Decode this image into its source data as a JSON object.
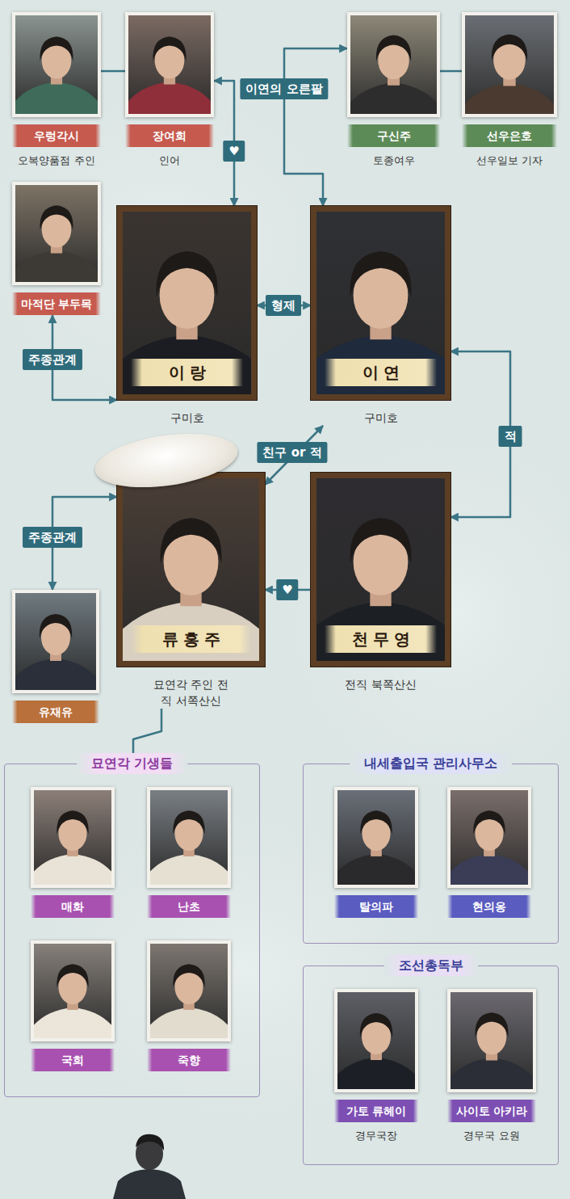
{
  "diagram": {
    "nodes": [
      {
        "text": [
          "우렁각시",
          "오복양품점 주인"
        ]
      },
      {
        "text": [
          "장여희",
          "인어"
        ]
      },
      {
        "text": [
          "구신주",
          "토종여우"
        ]
      },
      {
        "text": [
          "선우은호",
          "선우일보 기자"
        ]
      },
      {
        "text": [
          "마적단 부두목"
        ]
      },
      {
        "text": [
          "이랑",
          "구미호"
        ]
      },
      {
        "text": [
          "이연",
          "구미호"
        ]
      },
      {
        "text": [
          "류홍주",
          "묘연각 주인 전직 서쪽산신"
        ]
      },
      {
        "text": [
          "천무영",
          "전직 북쪽산신"
        ]
      },
      {
        "text": [
          "유재유"
        ]
      },
      {
        "text": [
          "묘연각 기생들"
        ]
      },
      {
        "text": [
          "매화"
        ],
        "in": 10
      },
      {
        "text": [
          "난초"
        ],
        "in": 10
      },
      {
        "text": [
          "국희"
        ],
        "in": 10
      },
      {
        "text": [
          "죽향"
        ],
        "in": 10
      },
      {
        "text": [
          "내세출입국 관리사무소"
        ]
      },
      {
        "text": [
          "탈의파"
        ],
        "in": 15
      },
      {
        "text": [
          "현의옹"
        ],
        "in": 15
      },
      {
        "text": [
          "조선총독부"
        ]
      },
      {
        "text": [
          "가토 류헤이",
          "경무국장"
        ],
        "in": 18
      },
      {
        "text": [
          "사이토 아키라",
          "경무국 요원"
        ],
        "in": 18
      }
    ],
    "edges": [
      {
        "from": 0,
        "to": 1,
        "arrow": "none"
      },
      {
        "from": 1,
        "to": 5,
        "label": "♥",
        "arrow": "both"
      },
      {
        "from": 2,
        "to": 6,
        "label": "이연의 오른팔",
        "arrow": "both"
      },
      {
        "from": 2,
        "to": 3,
        "arrow": "none"
      },
      {
        "from": 5,
        "to": 6,
        "label": "형제",
        "arrow": "both"
      },
      {
        "from": 4,
        "to": 5,
        "label": "주종관계",
        "arrow": "both"
      },
      {
        "from": 6,
        "to": 7,
        "label": "친구 or 적",
        "arrow": "both"
      },
      {
        "from": 6,
        "to": 8,
        "label": "적",
        "arrow": "both"
      },
      {
        "from": 8,
        "to": 7,
        "label": "♥",
        "arrow": "to"
      },
      {
        "from": 7,
        "to": 9,
        "label": "주종관계",
        "arrow": "both"
      },
      {
        "from": 7,
        "to": 10,
        "arrow": "none"
      }
    ]
  }
}
